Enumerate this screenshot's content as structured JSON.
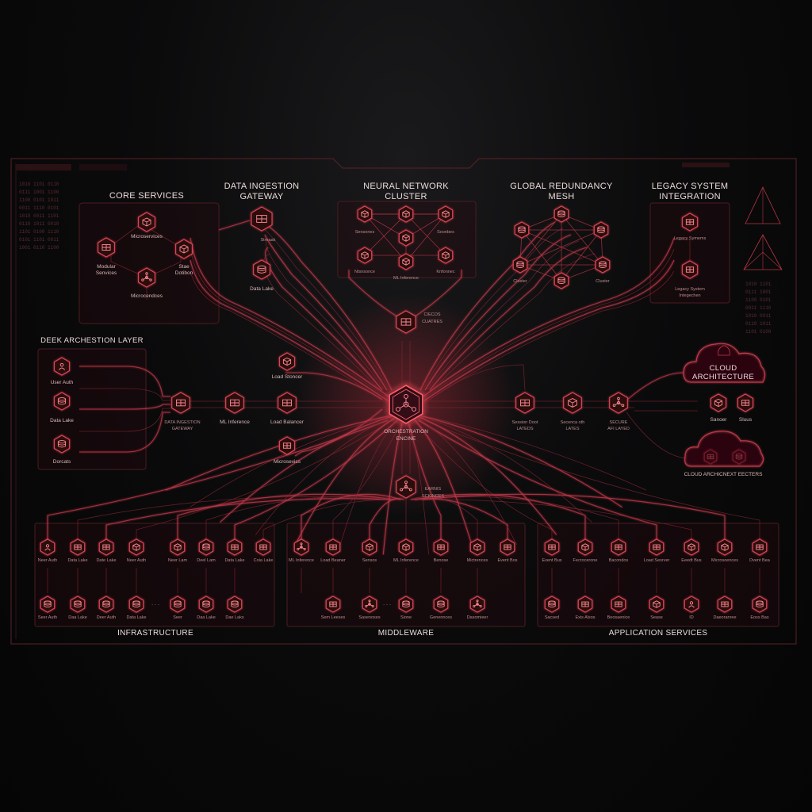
{
  "sections": {
    "core_services": "CORE SERVICES",
    "data_ingestion_gateway": "DATA INGESTION GATEWAY",
    "neural_network_cluster": "NEURAL NETWORK CLUSTER",
    "global_redundancy_mesh": "GLOBAL REDUNDANCY MESH",
    "legacy_system_integration": "LEGACY SYSTEM INTEGRATION",
    "arch_layer": "DEEK ARCHESTION LAYER",
    "cloud_architecture": "CLOUD ARCHITECTURE",
    "cloud_footer": "CLOUD ARCHICNEXT EECTERS",
    "infrastructure": "INFRASTRUCTURE",
    "middleware": "MIDDLEWARE",
    "application_services": "APPLICATION SERVICES"
  },
  "nodes": {
    "orchestration": "ORCHESTRATION ENCINE",
    "core_microservices_top": "Microservices",
    "core_modular": "Modular Senvices",
    "core_state": "Stae Dotibon",
    "core_microservices_bottom": "Microcendces",
    "ingest_stream": "Streaak",
    "ingest_datalake": "Data Lake",
    "nn_left_top": "Sensones",
    "nn_right_top": "Soonbes",
    "nn_left_bottom": "Ntsnsonce",
    "nn_center_bottom": "ML Inference",
    "nn_right_bottom": "Knfonnec",
    "mesh_left": "Cluster",
    "mesh_right": "Cluster",
    "legacy_top": "Legacy Symems",
    "legacy_bottom": "Legacy System Integechen",
    "upper_hub": "CIECOS CUATRES",
    "arch_user_auth": "User Auth",
    "arch_data_lake": "Data Lake",
    "arch_decats": "Dorcats",
    "data_ingestion_gateway_node": "DATA INGESTION GATEWAY",
    "ml_inference": "ML Inference",
    "load_balancer": "Load Balancer",
    "load_balancer_top": "Load Stoncer",
    "microservices_low": "Microsevics",
    "session_store": "Session Doot LATEDS",
    "session_auth": "Secenca oth LATES",
    "secure_api": "SECURE AFI LAYED",
    "cloud_server": "Sanoer",
    "cloud_sluus": "Sluus",
    "lower_hub": "EARNIS SCKINCES"
  },
  "bottom_row": {
    "infra_top": [
      "Neer Auth",
      "Data Lake",
      "Date Lake",
      "Neer Auth",
      "Neer Lam",
      "Deel Lam",
      "Data Lake",
      "Coia Lake"
    ],
    "infra_bottom": [
      "Seer Auth",
      "Daa Lake",
      "Deer Auth",
      "Data Lake",
      "Seer",
      "Daa Lake",
      "Dae Laks"
    ],
    "mid_top": [
      "ML Inference",
      "Load Beaner",
      "Sensos",
      "ML Inference",
      "Benose",
      "Mictrences",
      "Event Bos"
    ],
    "mid_bottom": [
      "Sem Leeses",
      "Sasenoses",
      "Sione",
      "Genennces",
      "Dasomieer"
    ],
    "app_top": [
      "Event Bus",
      "Fecrocerone",
      "Bacondos",
      "Load Sesrver",
      "Eeedt Bus",
      "Microsoences",
      "Dvent Bea"
    ],
    "app_bottom": [
      "Sacsed",
      "Exis Alsos",
      "Beosaenice",
      "Sease",
      "ID",
      "Daeoranree",
      "Eoss Bas"
    ]
  },
  "header": {
    "left_tabs": [
      "",
      ""
    ],
    "right_marker": ""
  },
  "colors": {
    "accent": "#d94452",
    "wire": "#c2394a",
    "background": "#0b0b0c"
  }
}
